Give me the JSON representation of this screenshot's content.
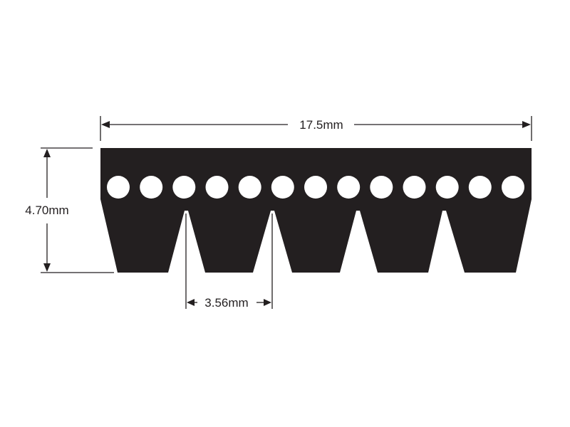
{
  "diagram": {
    "width_label": "17.5mm",
    "height_label": "4.70mm",
    "pitch_label": "3.56mm",
    "belt_color": "#231f20",
    "line_color": "#231f20",
    "background_color": "#ffffff",
    "cord_count": 13,
    "rib_count": 5
  }
}
